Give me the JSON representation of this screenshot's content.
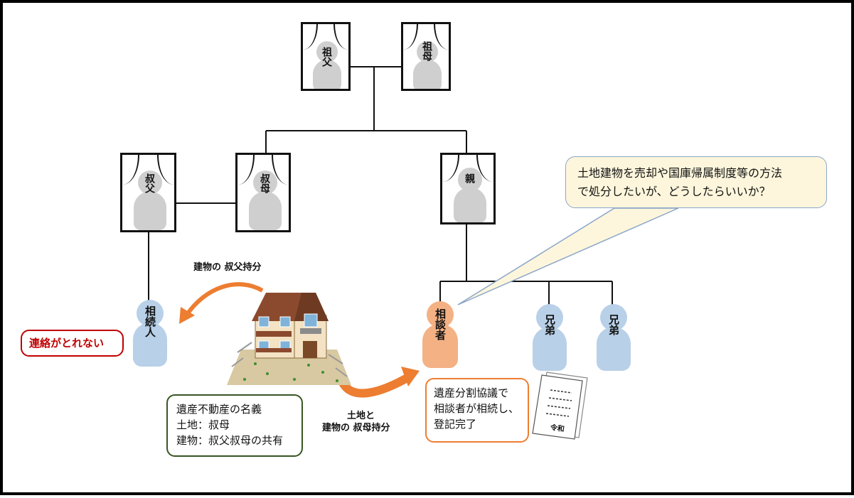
{
  "family": {
    "grandfather": "祖父",
    "grandmother": "祖母",
    "uncle": "叔父",
    "aunt": "叔母",
    "parent": "親",
    "heir": "相続人",
    "consultant": "相談者",
    "brother1": "兄弟",
    "brother2": "兄弟"
  },
  "labels": {
    "building_uncle_share": "建物の 叔父持分",
    "land_and_label": "土地と",
    "building_aunt_share": "建物の 叔母持分"
  },
  "boxes": {
    "unreachable": "連絡がとれない",
    "title_lines": [
      "遺産不動産の名義",
      "土地：叔母",
      "建物：叔父叔母の共有"
    ],
    "division_lines": [
      "遺産分割協議で",
      "相談者が相続し、",
      "登記完了"
    ],
    "speech_lines": [
      "土地建物を売却や国庫帰属制度等の方法",
      "で処分したいが、どうしたらいいか？"
    ]
  },
  "document_stamp": "令和",
  "colors": {
    "arrow_orange": "#ed7d31",
    "red": "#c00000",
    "green": "#375623",
    "blue_figure": "#b8d0e8",
    "orange_figure": "#f4b184",
    "speech_fill": "#fdf6dc"
  }
}
